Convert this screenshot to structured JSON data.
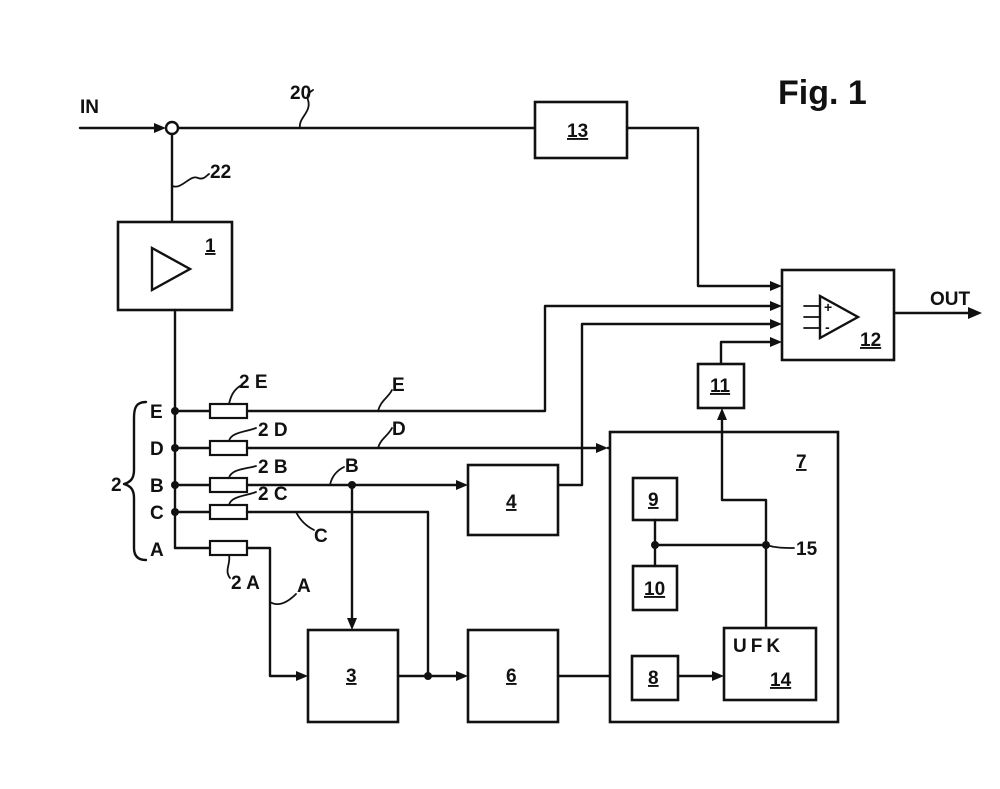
{
  "figure": {
    "title": "Fig. 1"
  },
  "terminals": {
    "in": "IN",
    "out": "OUT"
  },
  "reference_numerals": {
    "line_20": "20",
    "line_22": "22",
    "group_2": "2",
    "node_15": "15"
  },
  "blocks": {
    "b1": "1",
    "b3": "3",
    "b4": "4",
    "b6": "6",
    "b7": "7",
    "b8": "8",
    "b9": "9",
    "b10": "10",
    "b11": "11",
    "b12": "12",
    "b13": "13",
    "b14": "14",
    "b14_text": "UFK"
  },
  "taps": [
    "E",
    "D",
    "B",
    "C",
    "A"
  ],
  "resistors": {
    "r2E": "2 E",
    "r2D": "2 D",
    "r2B": "2 B",
    "r2C": "2 C",
    "r2A": "2 A"
  },
  "line_labels": {
    "E": "E",
    "D": "D",
    "B": "B",
    "C": "C",
    "A": "A"
  },
  "op_amp_signs": {
    "plus": "+",
    "minus": "-"
  }
}
